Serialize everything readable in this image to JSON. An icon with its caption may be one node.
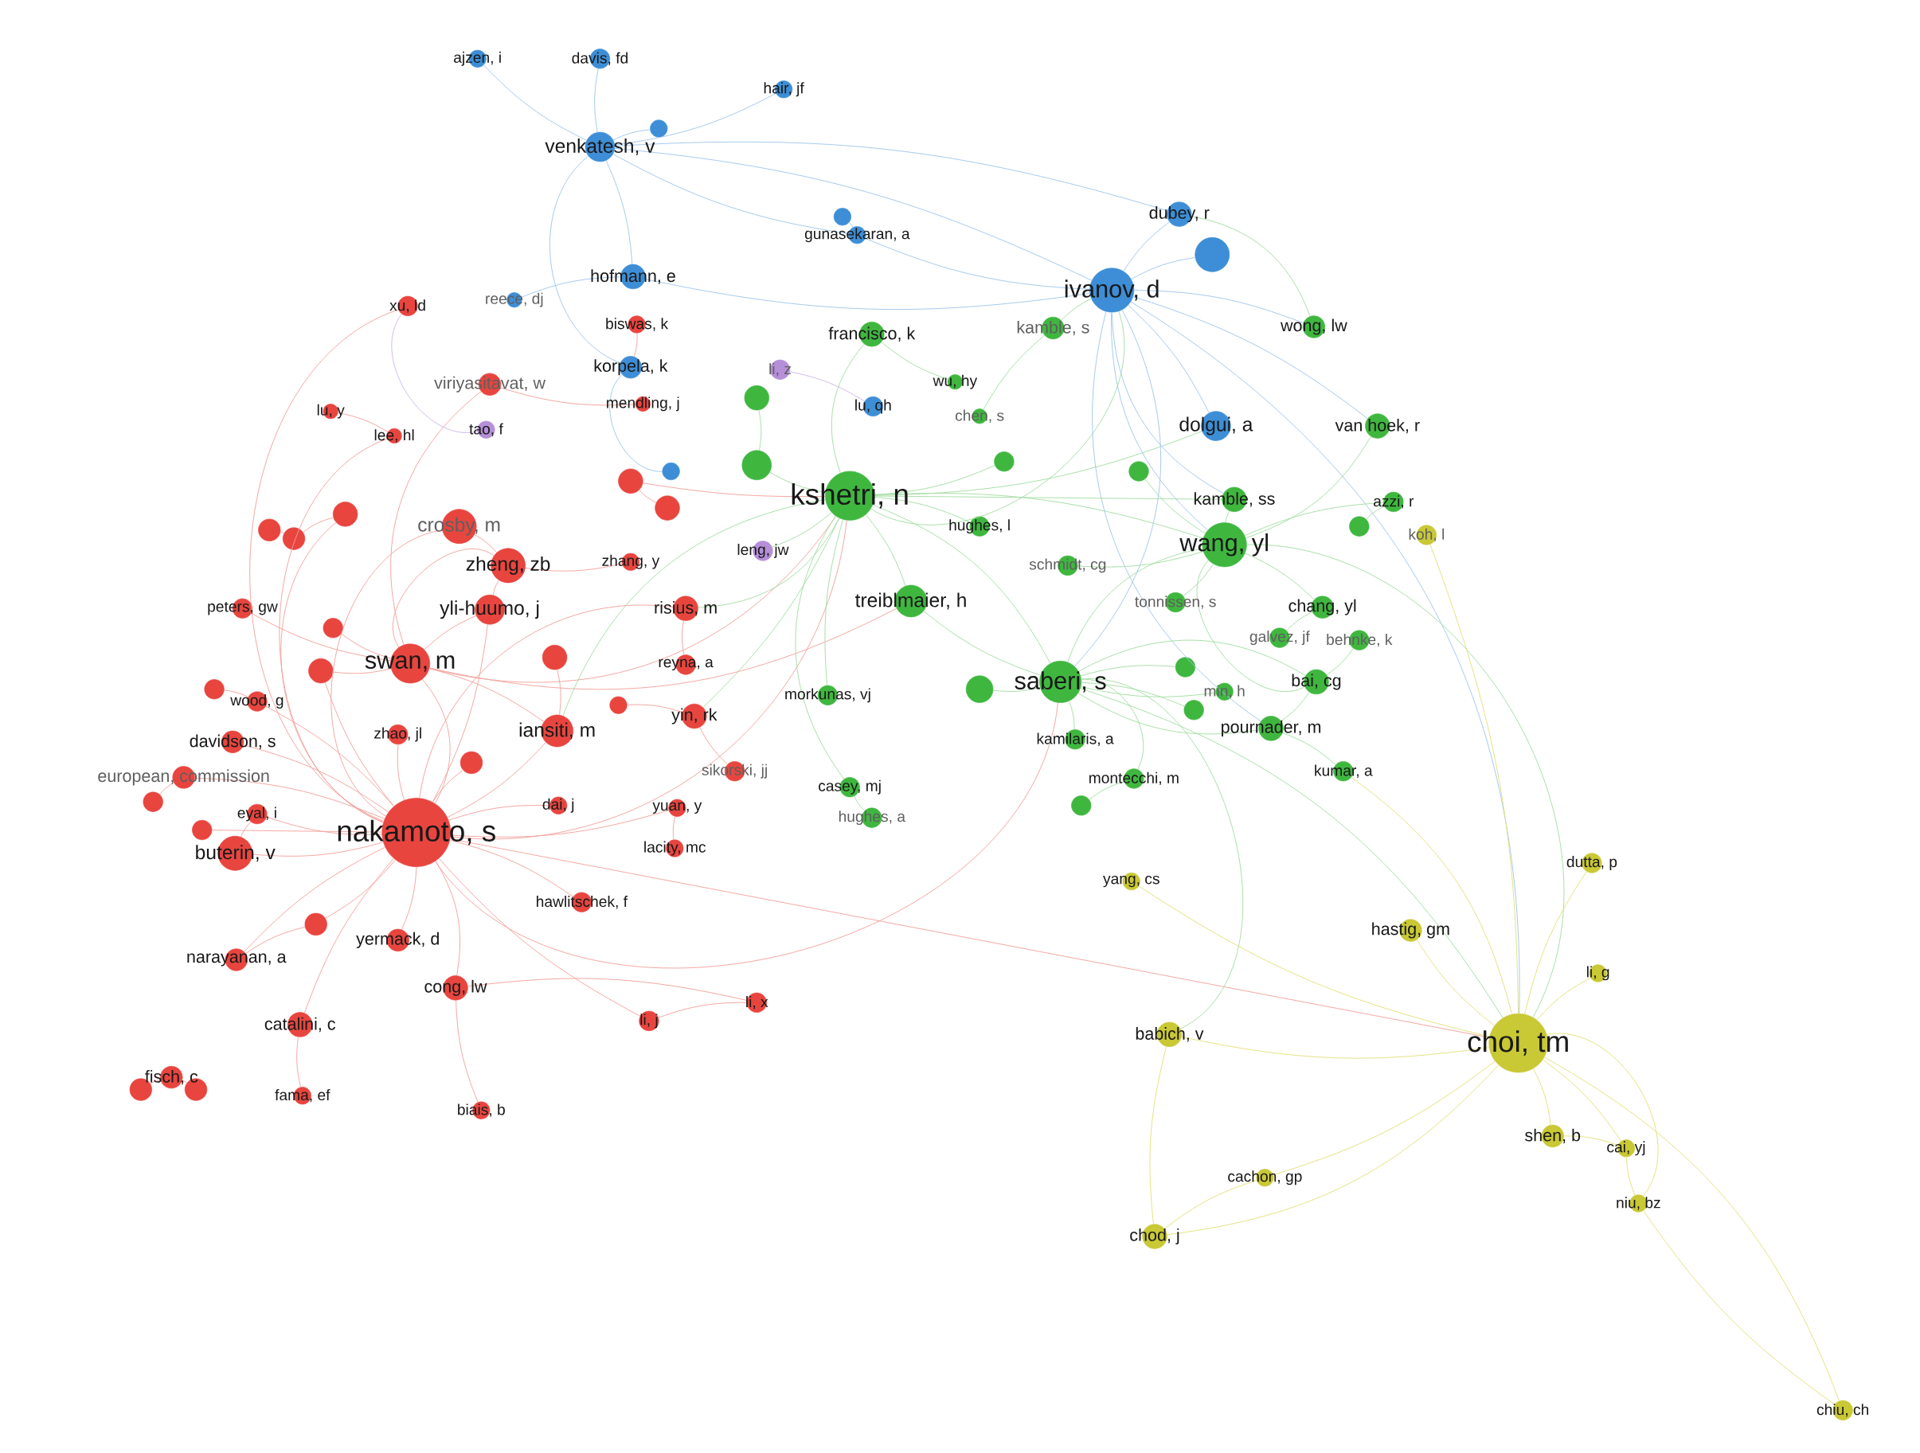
{
  "diagram": {
    "nodes": [
      {
        "text": [
          "ajzen, i"
        ]
      },
      {
        "text": [
          "davis, fd"
        ]
      },
      {
        "text": [
          "hair, jf"
        ]
      },
      {
        "text": [
          "venkatesh, v"
        ]
      },
      {
        "text": [
          "dubey, r"
        ]
      },
      {
        "text": [
          "gunasekaran, a"
        ]
      },
      {
        "text": [
          "hofmann, e"
        ]
      },
      {
        "text": [
          "ivanov, d"
        ]
      },
      {
        "text": [
          "francisco, k"
        ]
      },
      {
        "text": [
          "kamble, s"
        ]
      },
      {
        "text": [
          "wong, lw"
        ]
      },
      {
        "text": [
          "xu, ld"
        ]
      },
      {
        "text": [
          "reece, dj"
        ]
      },
      {
        "text": [
          "biswas, k"
        ]
      },
      {
        "text": [
          "korpela, k"
        ]
      },
      {
        "text": [
          "li, z"
        ]
      },
      {
        "text": [
          "viriyasitavat, w"
        ]
      },
      {
        "text": [
          "mendling, j"
        ]
      },
      {
        "text": [
          "wu, hy"
        ]
      },
      {
        "text": [
          "lu, qh"
        ]
      },
      {
        "text": [
          "chen, s"
        ]
      },
      {
        "text": [
          "lu, y"
        ]
      },
      {
        "text": [
          "lee, hl"
        ]
      },
      {
        "text": [
          "tao, f"
        ]
      },
      {
        "text": [
          "dolgui, a"
        ]
      },
      {
        "text": [
          "van hoek, r"
        ]
      },
      {
        "text": [],
        "shape": "circle"
      },
      {
        "text": [
          "kshetri, n"
        ]
      },
      {
        "text": [
          "kamble, ss"
        ]
      },
      {
        "text": [
          "azzi, r"
        ]
      },
      {
        "text": [
          "crosby, m"
        ]
      },
      {
        "text": [
          "hughes, l"
        ]
      },
      {
        "text": [
          "koh, l"
        ]
      },
      {
        "text": [
          "wang, yl"
        ]
      },
      {
        "text": [
          "zheng, zb"
        ]
      },
      {
        "text": [
          "zhang, y"
        ]
      },
      {
        "text": [
          "leng, jw"
        ]
      },
      {
        "text": [
          "schmidt, cg"
        ]
      },
      {
        "text": [
          "peters, gw"
        ]
      },
      {
        "text": [
          "yli-huumo, j"
        ]
      },
      {
        "text": [
          "risius, m"
        ]
      },
      {
        "text": [
          "treiblmaier, h"
        ]
      },
      {
        "text": [
          "tonnissen, s"
        ]
      },
      {
        "text": [
          "chang, yl"
        ]
      },
      {
        "text": [
          "galvez, jf"
        ]
      },
      {
        "text": [
          "behnke, k"
        ]
      },
      {
        "text": [
          "swan, m"
        ]
      },
      {
        "text": [
          "reyna, a"
        ]
      },
      {
        "text": [
          "saberi, s"
        ]
      },
      {
        "text": [
          "bai, cg"
        ]
      },
      {
        "text": [
          "wood, g"
        ]
      },
      {
        "text": [
          "min, h"
        ]
      },
      {
        "text": [
          "morkunas, vj"
        ]
      },
      {
        "text": [
          "davidson, s"
        ]
      },
      {
        "text": [
          "zhao, jl"
        ]
      },
      {
        "text": [
          "iansiti, m"
        ]
      },
      {
        "text": [
          "yin, rk"
        ]
      },
      {
        "text": [
          "pournader, m"
        ]
      },
      {
        "text": [
          "kamilaris, a"
        ]
      },
      {
        "text": [
          "european, commission"
        ]
      },
      {
        "text": [
          "sikorski, jj"
        ]
      },
      {
        "text": [
          "kumar, a"
        ]
      },
      {
        "text": [
          "casey, mj"
        ]
      },
      {
        "text": [
          "montecchi, m"
        ]
      },
      {
        "text": [
          "eyal, i"
        ]
      },
      {
        "text": [
          "dai, j"
        ]
      },
      {
        "text": [
          "yuan, y"
        ]
      },
      {
        "text": [
          "hughes, a"
        ]
      },
      {
        "text": [
          "nakamoto, s"
        ]
      },
      {
        "text": [
          "buterin, v"
        ]
      },
      {
        "text": [
          "lacity, mc"
        ]
      },
      {
        "text": [
          "dutta, p"
        ]
      },
      {
        "text": [
          "yang, cs"
        ]
      },
      {
        "text": [
          "hawlitschek, f"
        ]
      },
      {
        "text": [
          "hastig, gm"
        ]
      },
      {
        "text": [
          "yermack, d"
        ]
      },
      {
        "text": [
          "narayanan, a"
        ]
      },
      {
        "text": [
          "li, g"
        ]
      },
      {
        "text": [
          "cong, lw"
        ]
      },
      {
        "text": [
          "li, x"
        ]
      },
      {
        "text": [
          "li, j"
        ]
      },
      {
        "text": [
          "catalini, c"
        ]
      },
      {
        "text": [
          "babich, v"
        ]
      },
      {
        "text": [
          "choi, tm"
        ]
      },
      {
        "text": [
          "fisch, c"
        ]
      },
      {
        "text": [
          "fama, ef"
        ]
      },
      {
        "text": [
          "biais, b"
        ]
      },
      {
        "text": [
          "shen, b"
        ]
      },
      {
        "text": [
          "cai, yj"
        ]
      },
      {
        "text": [
          "cachon, gp"
        ]
      },
      {
        "text": [
          "niu, bz"
        ]
      },
      {
        "text": [
          "chod, j"
        ]
      },
      {
        "text": [
          "chiu, ch"
        ]
      },
      {
        "text": [],
        "shape": "circle"
      },
      {
        "text": [],
        "shape": "circle"
      },
      {
        "text": [],
        "shape": "circle"
      },
      {
        "text": [],
        "shape": "circle"
      },
      {
        "text": [],
        "shape": "circle"
      },
      {
        "text": [],
        "shape": "circle"
      },
      {
        "text": [],
        "shape": "circle"
      },
      {
        "text": [],
        "shape": "circle"
      },
      {
        "text": [],
        "shape": "circle"
      },
      {
        "text": [],
        "shape": "circle"
      },
      {
        "text": [],
        "shape": "circle"
      },
      {
        "text": [],
        "shape": "circle"
      },
      {
        "text": [],
        "shape": "circle"
      },
      {
        "text": [],
        "shape": "circle"
      },
      {
        "text": [],
        "shape": "circle"
      },
      {
        "text": [],
        "shape": "circle"
      },
      {
        "text": [],
        "shape": "circle"
      },
      {
        "text": [],
        "shape": "circle"
      },
      {
        "text": [],
        "shape": "circle"
      },
      {
        "text": [],
        "shape": "circle"
      },
      {
        "text": [],
        "shape": "circle"
      },
      {
        "text": [],
        "shape": "circle"
      },
      {
        "text": [],
        "shape": "circle"
      },
      {
        "text": [],
        "shape": "circle"
      },
      {
        "text": [],
        "shape": "circle"
      },
      {
        "text": [],
        "shape": "circle"
      },
      {
        "text": [],
        "shape": "circle"
      },
      {
        "text": [],
        "shape": "circle"
      }
    ],
    "edges": [
      {
        "from": 68,
        "to": 46,
        "arrow": "none",
        "color": "#f2a19b"
      },
      {
        "from": 68,
        "to": 55,
        "arrow": "none",
        "color": "#f2a19b"
      },
      {
        "from": 39,
        "to": 34,
        "arrow": "none",
        "color": "#f2a19b"
      },
      {
        "from": 68,
        "to": 39,
        "arrow": "none",
        "color": "#f2a19b"
      },
      {
        "from": 68,
        "to": 53,
        "arrow": "none",
        "color": "#f2a19b"
      },
      {
        "from": 68,
        "to": 69,
        "arrow": "none",
        "color": "#f2a19b"
      },
      {
        "from": 68,
        "to": 75,
        "arrow": "none",
        "color": "#f2a19b"
      },
      {
        "from": 68,
        "to": 78,
        "arrow": "none",
        "color": "#f2a19b"
      },
      {
        "from": 68,
        "to": 81,
        "arrow": "none",
        "color": "#f2a19b"
      },
      {
        "from": 68,
        "to": 54,
        "arrow": "none",
        "color": "#f2a19b"
      },
      {
        "from": 68,
        "to": 64,
        "arrow": "none",
        "color": "#f2a19b"
      },
      {
        "from": 68,
        "to": 59,
        "arrow": "none",
        "color": "#f2a19b"
      },
      {
        "from": 68,
        "to": 104,
        "arrow": "none",
        "color": "#f2a19b"
      },
      {
        "from": 68,
        "to": 105,
        "arrow": "none",
        "color": "#f2a19b"
      },
      {
        "from": 68,
        "to": 110,
        "arrow": "none",
        "color": "#f2a19b"
      },
      {
        "from": 68,
        "to": 65,
        "arrow": "none",
        "color": "#f2a19b"
      },
      {
        "from": 68,
        "to": 66,
        "arrow": "none",
        "color": "#f2a19b"
      },
      {
        "from": 68,
        "to": 73,
        "arrow": "none",
        "color": "#f2a19b"
      },
      {
        "from": 68,
        "to": 40,
        "arrow": "none",
        "color": "#f2a19b"
      },
      {
        "from": 68,
        "to": 27,
        "arrow": "none",
        "color": "#f2a19b"
      },
      {
        "from": 68,
        "to": 11,
        "arrow": "none",
        "color": "#f2a19b"
      },
      {
        "from": 68,
        "to": 22,
        "arrow": "none",
        "color": "#f2a19b"
      },
      {
        "from": 68,
        "to": 30,
        "arrow": "none",
        "color": "#f2a19b"
      },
      {
        "from": 68,
        "to": 99,
        "arrow": "none",
        "color": "#f2a19b"
      },
      {
        "from": 68,
        "to": 101,
        "arrow": "none",
        "color": "#f2a19b"
      },
      {
        "from": 68,
        "to": 50,
        "arrow": "none",
        "color": "#f2a19b"
      },
      {
        "from": 68,
        "to": 83,
        "arrow": "none",
        "color": "#f2a19b"
      },
      {
        "from": 68,
        "to": 48,
        "arrow": "none",
        "color": "#f2a19b"
      },
      {
        "from": 46,
        "to": 34,
        "arrow": "none",
        "color": "#f2a19b"
      },
      {
        "from": 46,
        "to": 39,
        "arrow": "none",
        "color": "#f2a19b"
      },
      {
        "from": 46,
        "to": 55,
        "arrow": "none",
        "color": "#f2a19b"
      },
      {
        "from": 46,
        "to": 38,
        "arrow": "none",
        "color": "#f2a19b"
      },
      {
        "from": 46,
        "to": 101,
        "arrow": "none",
        "color": "#f2a19b"
      },
      {
        "from": 46,
        "to": 100,
        "arrow": "none",
        "color": "#f2a19b"
      },
      {
        "from": 46,
        "to": 27,
        "arrow": "none",
        "color": "#f2a19b"
      },
      {
        "from": 46,
        "to": 41,
        "arrow": "none",
        "color": "#f2a19b"
      },
      {
        "from": 46,
        "to": 16,
        "arrow": "none",
        "color": "#f2a19b"
      },
      {
        "from": 27,
        "to": 41,
        "arrow": "none",
        "color": "#a3dca3"
      },
      {
        "from": 27,
        "to": 48,
        "arrow": "none",
        "color": "#a3dca3"
      },
      {
        "from": 27,
        "to": 33,
        "arrow": "none",
        "color": "#a3dca3"
      },
      {
        "from": 27,
        "to": 7,
        "arrow": "none",
        "color": "#a3dca3"
      },
      {
        "from": 27,
        "to": 8,
        "arrow": "none",
        "color": "#a3dca3"
      },
      {
        "from": 27,
        "to": 36,
        "arrow": "none",
        "color": "#a3dca3"
      },
      {
        "from": 27,
        "to": 52,
        "arrow": "none",
        "color": "#a3dca3"
      },
      {
        "from": 27,
        "to": 62,
        "arrow": "none",
        "color": "#a3dca3"
      },
      {
        "from": 27,
        "to": 112,
        "arrow": "none",
        "color": "#a3dca3"
      },
      {
        "from": 27,
        "to": 55,
        "arrow": "none",
        "color": "#a3dca3"
      },
      {
        "from": 27,
        "to": 40,
        "arrow": "none",
        "color": "#a3dca3"
      },
      {
        "from": 27,
        "to": 56,
        "arrow": "none",
        "color": "#a3dca3"
      },
      {
        "from": 27,
        "to": 24,
        "arrow": "none",
        "color": "#a3dca3"
      },
      {
        "from": 27,
        "to": 28,
        "arrow": "none",
        "color": "#a3dca3"
      },
      {
        "from": 27,
        "to": 31,
        "arrow": "none",
        "color": "#a3dca3"
      },
      {
        "from": 7,
        "to": 24,
        "arrow": "none",
        "color": "#9fc6ec"
      },
      {
        "from": 7,
        "to": 4,
        "arrow": "none",
        "color": "#9fc6ec"
      },
      {
        "from": 7,
        "to": 96,
        "arrow": "none",
        "color": "#9fc6ec"
      },
      {
        "from": 7,
        "to": 3,
        "arrow": "none",
        "color": "#9fc6ec"
      },
      {
        "from": 7,
        "to": 10,
        "arrow": "none",
        "color": "#9fc6ec"
      },
      {
        "from": 7,
        "to": 25,
        "arrow": "none",
        "color": "#9fc6ec"
      },
      {
        "from": 7,
        "to": 28,
        "arrow": "none",
        "color": "#9fc6ec"
      },
      {
        "from": 7,
        "to": 33,
        "arrow": "none",
        "color": "#9fc6ec"
      },
      {
        "from": 7,
        "to": 48,
        "arrow": "none",
        "color": "#9fc6ec"
      },
      {
        "from": 7,
        "to": 83,
        "arrow": "none",
        "color": "#9fc6ec"
      },
      {
        "from": 7,
        "to": 57,
        "arrow": "none",
        "color": "#9fc6ec"
      },
      {
        "from": 7,
        "to": 6,
        "arrow": "none",
        "color": "#9fc6ec"
      },
      {
        "from": 7,
        "to": 5,
        "arrow": "none",
        "color": "#9fc6ec"
      },
      {
        "from": 3,
        "to": 0,
        "arrow": "none",
        "color": "#9fc6ec"
      },
      {
        "from": 3,
        "to": 1,
        "arrow": "none",
        "color": "#9fc6ec"
      },
      {
        "from": 3,
        "to": 2,
        "arrow": "none",
        "color": "#9fc6ec"
      },
      {
        "from": 3,
        "to": 94,
        "arrow": "none",
        "color": "#9fc6ec"
      },
      {
        "from": 3,
        "to": 6,
        "arrow": "none",
        "color": "#9fc6ec"
      },
      {
        "from": 3,
        "to": 5,
        "arrow": "none",
        "color": "#9fc6ec"
      },
      {
        "from": 3,
        "to": 14,
        "arrow": "none",
        "color": "#9fc6ec"
      },
      {
        "from": 3,
        "to": 4,
        "arrow": "none",
        "color": "#9fc6ec"
      },
      {
        "from": 33,
        "to": 28,
        "arrow": "none",
        "color": "#a3dca3"
      },
      {
        "from": 33,
        "to": 43,
        "arrow": "none",
        "color": "#a3dca3"
      },
      {
        "from": 33,
        "to": 49,
        "arrow": "none",
        "color": "#a3dca3"
      },
      {
        "from": 49,
        "to": 57,
        "arrow": "none",
        "color": "#a3dca3"
      },
      {
        "from": 33,
        "to": 48,
        "arrow": "none",
        "color": "#a3dca3"
      },
      {
        "from": 57,
        "to": 61,
        "arrow": "none",
        "color": "#a3dca3"
      },
      {
        "from": 33,
        "to": 25,
        "arrow": "none",
        "color": "#a3dca3"
      },
      {
        "from": 33,
        "to": 29,
        "arrow": "none",
        "color": "#a3dca3"
      },
      {
        "from": 33,
        "to": 42,
        "arrow": "none",
        "color": "#a3dca3"
      },
      {
        "from": 33,
        "to": 37,
        "arrow": "none",
        "color": "#a3dca3"
      },
      {
        "from": 33,
        "to": 83,
        "arrow": "none",
        "color": "#a3dca3"
      },
      {
        "from": 48,
        "to": 41,
        "arrow": "none",
        "color": "#a3dca3"
      },
      {
        "from": 48,
        "to": 58,
        "arrow": "none",
        "color": "#a3dca3"
      },
      {
        "from": 48,
        "to": 63,
        "arrow": "none",
        "color": "#a3dca3"
      },
      {
        "from": 48,
        "to": 57,
        "arrow": "none",
        "color": "#a3dca3"
      },
      {
        "from": 48,
        "to": 49,
        "arrow": "none",
        "color": "#a3dca3"
      },
      {
        "from": 48,
        "to": 115,
        "arrow": "none",
        "color": "#a3dca3"
      },
      {
        "from": 48,
        "to": 116,
        "arrow": "none",
        "color": "#a3dca3"
      },
      {
        "from": 48,
        "to": 117,
        "arrow": "none",
        "color": "#a3dca3"
      },
      {
        "from": 48,
        "to": 83,
        "arrow": "none",
        "color": "#a3dca3"
      },
      {
        "from": 48,
        "to": 82,
        "arrow": "none",
        "color": "#a3dca3"
      },
      {
        "from": 83,
        "to": 71,
        "arrow": "none",
        "color": "#e3df7a"
      },
      {
        "from": 83,
        "to": 74,
        "arrow": "none",
        "color": "#e3df7a"
      },
      {
        "from": 83,
        "to": 77,
        "arrow": "none",
        "color": "#e3df7a"
      },
      {
        "from": 83,
        "to": 82,
        "arrow": "none",
        "color": "#e3df7a"
      },
      {
        "from": 83,
        "to": 87,
        "arrow": "none",
        "color": "#e3df7a"
      },
      {
        "from": 83,
        "to": 88,
        "arrow": "none",
        "color": "#e3df7a"
      },
      {
        "from": 83,
        "to": 90,
        "arrow": "none",
        "color": "#e3df7a"
      },
      {
        "from": 83,
        "to": 91,
        "arrow": "none",
        "color": "#e3df7a"
      },
      {
        "from": 83,
        "to": 92,
        "arrow": "none",
        "color": "#e3df7a"
      },
      {
        "from": 83,
        "to": 89,
        "arrow": "none",
        "color": "#e3df7a"
      },
      {
        "from": 83,
        "to": 72,
        "arrow": "none",
        "color": "#e3df7a"
      },
      {
        "from": 83,
        "to": 61,
        "arrow": "none",
        "color": "#e3df7a"
      },
      {
        "from": 91,
        "to": 89,
        "arrow": "none",
        "color": "#e3df7a"
      },
      {
        "from": 91,
        "to": 82,
        "arrow": "none",
        "color": "#e3df7a"
      },
      {
        "from": 87,
        "to": 88,
        "arrow": "none",
        "color": "#e3df7a"
      },
      {
        "from": 90,
        "to": 88,
        "arrow": "none",
        "color": "#e3df7a"
      },
      {
        "from": 92,
        "to": 90,
        "arrow": "none",
        "color": "#e3df7a"
      },
      {
        "from": 86,
        "to": 78,
        "arrow": "none",
        "color": "#f2a19b"
      },
      {
        "from": 84,
        "to": 107,
        "arrow": "none",
        "color": "#f2a19b"
      },
      {
        "from": 106,
        "to": 84,
        "arrow": "none",
        "color": "#f2a19b"
      },
      {
        "from": 85,
        "to": 81,
        "arrow": "none",
        "color": "#f2a19b"
      },
      {
        "from": 80,
        "to": 79,
        "arrow": "none",
        "color": "#f2a19b"
      },
      {
        "from": 79,
        "to": 78,
        "arrow": "none",
        "color": "#f2a19b"
      },
      {
        "from": 80,
        "to": 68,
        "arrow": "none",
        "color": "#f2a19b"
      },
      {
        "from": 76,
        "to": 68,
        "arrow": "none",
        "color": "#f2a19b"
      },
      {
        "from": 76,
        "to": 105,
        "arrow": "none",
        "color": "#f2a19b"
      },
      {
        "from": 97,
        "to": 98,
        "arrow": "none",
        "color": "#f2a19b"
      },
      {
        "from": 98,
        "to": 99,
        "arrow": "none",
        "color": "#f2a19b"
      },
      {
        "from": 102,
        "to": 50,
        "arrow": "none",
        "color": "#f2a19b"
      },
      {
        "from": 103,
        "to": 59,
        "arrow": "none",
        "color": "#f2a19b"
      },
      {
        "from": 21,
        "to": 22,
        "arrow": "none",
        "color": "#f2a19b"
      },
      {
        "from": 23,
        "to": 11,
        "arrow": "none",
        "color": "#cdb6e6"
      },
      {
        "from": 12,
        "to": 6,
        "arrow": "none",
        "color": "#9fc6ec"
      },
      {
        "from": 13,
        "to": 14,
        "arrow": "none",
        "color": "#f2a19b"
      },
      {
        "from": 17,
        "to": 16,
        "arrow": "none",
        "color": "#f2a19b"
      },
      {
        "from": 15,
        "to": 19,
        "arrow": "none",
        "color": "#cdb6e6"
      },
      {
        "from": 18,
        "to": 8,
        "arrow": "none",
        "color": "#a3dca3"
      },
      {
        "from": 20,
        "to": 9,
        "arrow": "none",
        "color": "#a3dca3"
      },
      {
        "from": 60,
        "to": 56,
        "arrow": "none",
        "color": "#f2a19b"
      },
      {
        "from": 47,
        "to": 40,
        "arrow": "none",
        "color": "#f2a19b"
      },
      {
        "from": 35,
        "to": 34,
        "arrow": "none",
        "color": "#f2a19b"
      },
      {
        "from": 108,
        "to": 26,
        "arrow": "none",
        "color": "#f2a19b"
      },
      {
        "from": 26,
        "to": 27,
        "arrow": "none",
        "color": "#f2a19b"
      },
      {
        "from": 95,
        "to": 14,
        "arrow": "none",
        "color": "#9fc6ec"
      },
      {
        "from": 109,
        "to": 55,
        "arrow": "none",
        "color": "#f2a19b"
      },
      {
        "from": 120,
        "to": 56,
        "arrow": "none",
        "color": "#f2a19b"
      },
      {
        "from": 111,
        "to": 112,
        "arrow": "none",
        "color": "#a3dca3"
      },
      {
        "from": 113,
        "to": 27,
        "arrow": "none",
        "color": "#a3dca3"
      },
      {
        "from": 114,
        "to": 33,
        "arrow": "none",
        "color": "#a3dca3"
      },
      {
        "from": 119,
        "to": 29,
        "arrow": "none",
        "color": "#a3dca3"
      },
      {
        "from": 32,
        "to": 83,
        "arrow": "none",
        "color": "#e3df7a"
      },
      {
        "from": 44,
        "to": 43,
        "arrow": "none",
        "color": "#a3dca3"
      },
      {
        "from": 45,
        "to": 49,
        "arrow": "none",
        "color": "#a3dca3"
      },
      {
        "from": 51,
        "to": 48,
        "arrow": "none",
        "color": "#a3dca3"
      },
      {
        "from": 118,
        "to": 63,
        "arrow": "none",
        "color": "#a3dca3"
      },
      {
        "from": 67,
        "to": 62,
        "arrow": "none",
        "color": "#a3dca3"
      },
      {
        "from": 70,
        "to": 66,
        "arrow": "none",
        "color": "#f2a19b"
      },
      {
        "from": 93,
        "to": 5,
        "arrow": "none",
        "color": "#9fc6ec"
      },
      {
        "from": 9,
        "to": 7,
        "arrow": "none",
        "color": "#a3dca3"
      },
      {
        "from": 10,
        "to": 4,
        "arrow": "none",
        "color": "#a3dca3"
      },
      {
        "from": 30,
        "to": 34,
        "arrow": "none",
        "color": "#f2a19b"
      },
      {
        "from": 69,
        "to": 64,
        "arrow": "none",
        "color": "#f2a19b"
      }
    ]
  }
}
